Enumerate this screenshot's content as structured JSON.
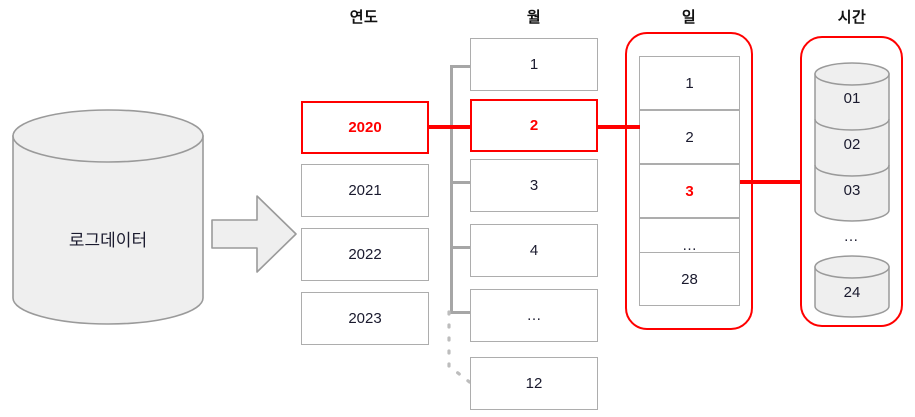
{
  "diagram": {
    "title_bar": null,
    "source": {
      "label": "로그데이터",
      "shape": "cylinder",
      "fill": "#efefef",
      "stroke": "#9a9a9a"
    },
    "arrow": {
      "name": "flow-arrow",
      "direction": "right",
      "fill": "#efefef",
      "stroke": "#9a9a9a"
    },
    "colors": {
      "selected": "#ff0000",
      "node_border": "#adadad",
      "connector": "#a6a6a6",
      "text": "#1a1a2e"
    },
    "columns": [
      {
        "key": "year",
        "header": "연도",
        "framed": false,
        "items": [
          {
            "label": "2020",
            "selected": true
          },
          {
            "label": "2021",
            "selected": false
          },
          {
            "label": "2022",
            "selected": false
          },
          {
            "label": "2023",
            "selected": false
          }
        ]
      },
      {
        "key": "month",
        "header": "월",
        "framed": false,
        "items": [
          {
            "label": "1",
            "selected": false
          },
          {
            "label": "2",
            "selected": true
          },
          {
            "label": "3",
            "selected": false
          },
          {
            "label": "4",
            "selected": false
          },
          {
            "label": "…",
            "selected": false
          },
          {
            "label": "12",
            "selected": false
          }
        ]
      },
      {
        "key": "day",
        "header": "일",
        "framed": true,
        "items": [
          {
            "label": "1",
            "selected": false
          },
          {
            "label": "2",
            "selected": false
          },
          {
            "label": "3",
            "selected": true
          },
          {
            "label": "…",
            "selected": false
          },
          {
            "label": "28",
            "selected": false
          }
        ]
      },
      {
        "key": "hour",
        "header": "시간",
        "framed": true,
        "items": [
          {
            "label": "01",
            "selected": false
          },
          {
            "label": "02",
            "selected": false
          },
          {
            "label": "03",
            "selected": false
          },
          {
            "label": "…",
            "selected": false
          },
          {
            "label": "24",
            "selected": false
          }
        ]
      }
    ]
  }
}
